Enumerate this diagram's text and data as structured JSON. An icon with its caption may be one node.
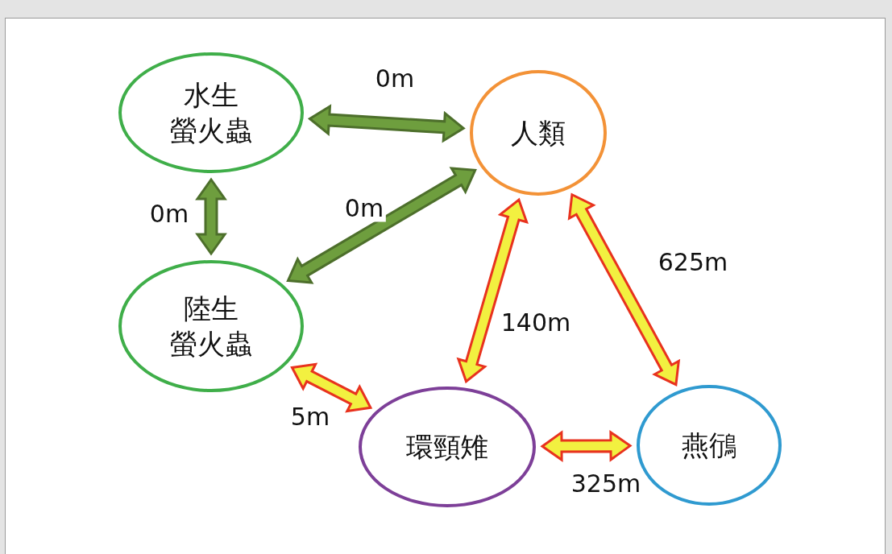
{
  "diagram": {
    "nodes": [
      {
        "text": [
          "水生螢火蟲"
        ]
      },
      {
        "text": [
          "人類"
        ]
      },
      {
        "text": [
          "陸生螢火蟲"
        ]
      },
      {
        "text": [
          "環頸雉"
        ]
      },
      {
        "text": [
          "燕鴴"
        ]
      }
    ],
    "edges": [
      {
        "from": 0,
        "to": 1,
        "arrow": "both",
        "label": "0m",
        "color": "#6e9e3e"
      },
      {
        "from": 0,
        "to": 2,
        "arrow": "both",
        "label": "0m",
        "color": "#6e9e3e"
      },
      {
        "from": 2,
        "to": 1,
        "arrow": "both",
        "label": "0m",
        "color": "#6e9e3e"
      },
      {
        "from": 1,
        "to": 3,
        "arrow": "both",
        "label": "140m"
      },
      {
        "from": 1,
        "to": 4,
        "arrow": "both",
        "label": "625m"
      },
      {
        "from": 2,
        "to": 3,
        "arrow": "both",
        "label": "5m"
      },
      {
        "from": 3,
        "to": 4,
        "arrow": "both",
        "label": "325m"
      }
    ]
  }
}
